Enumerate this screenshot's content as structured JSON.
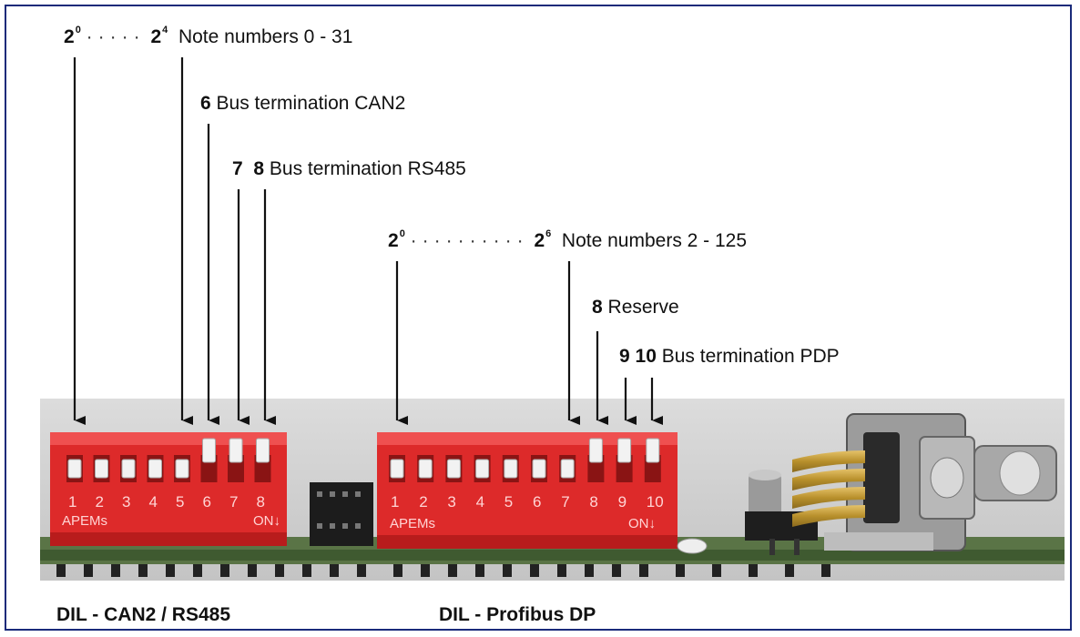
{
  "dil1": {
    "top_range": {
      "from": "2",
      "from_exp": "0",
      "to": "2",
      "to_exp": "4",
      "text": "Note numbers 0 - 31"
    },
    "bus_can2": {
      "num": "6",
      "text": "Bus termination CAN2"
    },
    "bus_rs485": {
      "num1": "7",
      "num2": "8",
      "text": "Bus termination RS485"
    },
    "switch_numbers": [
      "1",
      "2",
      "3",
      "4",
      "5",
      "6",
      "7",
      "8"
    ],
    "brand": "APEMs",
    "on_label": "ON",
    "caption": "DIL - CAN2 / RS485"
  },
  "dil2": {
    "top_range": {
      "from": "2",
      "from_exp": "0",
      "to": "2",
      "to_exp": "6",
      "text": "Note numbers 2 - 125"
    },
    "reserve": {
      "num": "8",
      "text": "Reserve"
    },
    "bus_pdp": {
      "num1": "9",
      "num2": "10",
      "text": "Bus termination PDP"
    },
    "switch_numbers": [
      "1",
      "2",
      "3",
      "4",
      "5",
      "6",
      "7",
      "8",
      "9",
      "10"
    ],
    "brand": "APEMs",
    "on_label": "ON",
    "caption": "DIL - Profibus DP"
  },
  "colors": {
    "switch_red": "#e02828",
    "pcb_green": "#4d6a3a",
    "frame": "#1a2a7a"
  }
}
